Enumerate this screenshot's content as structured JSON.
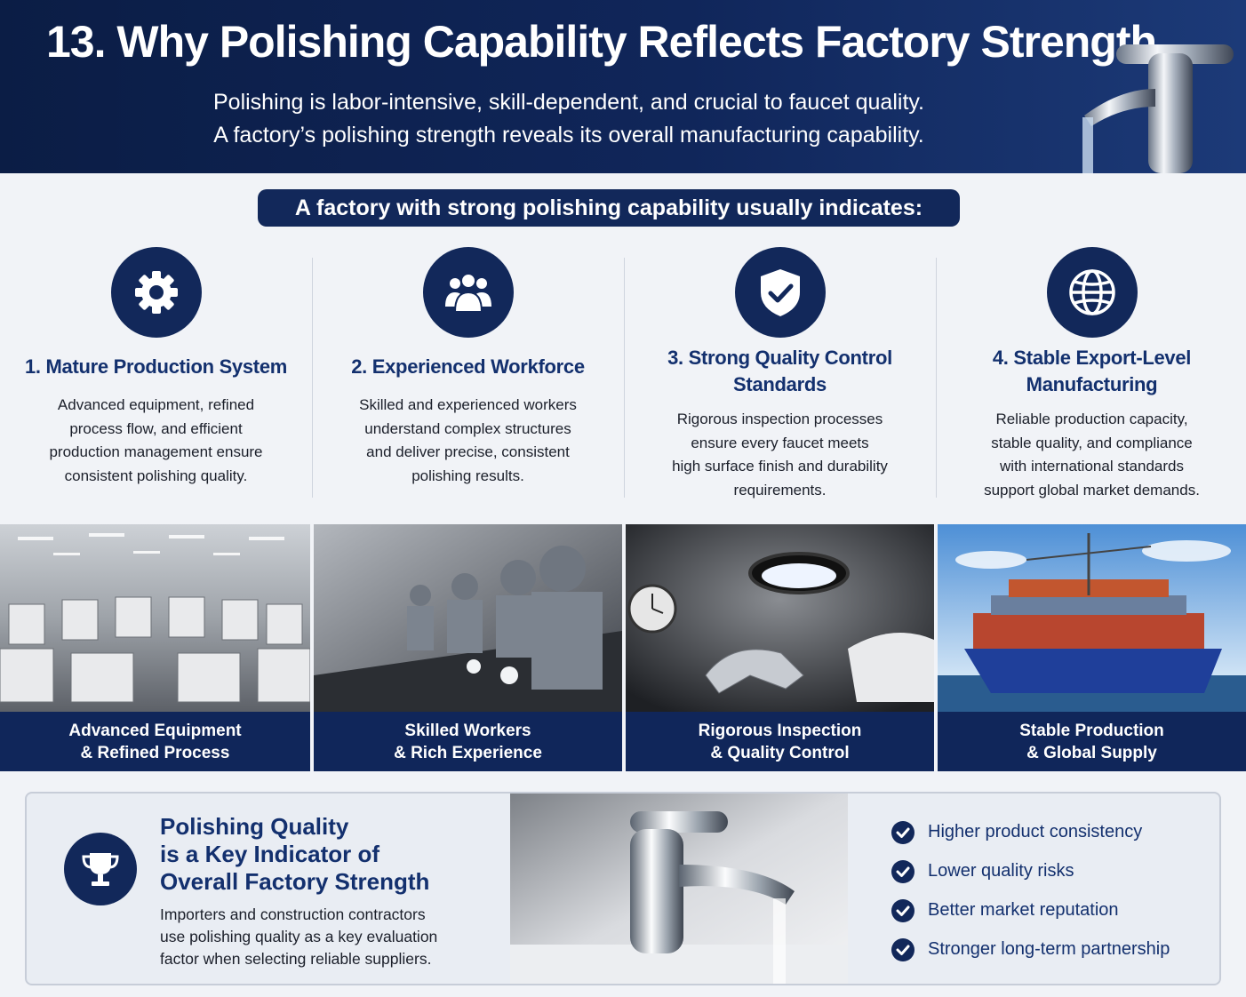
{
  "header": {
    "title": "13. Why Polishing Capability Reflects Factory Strength",
    "subtitle_line1": "Polishing is labor-intensive, skill-dependent, and crucial to faucet quality.",
    "subtitle_line2": "A factory’s polishing strength reveals its overall manufacturing capability."
  },
  "banner": {
    "text": "A factory with strong polishing capability usually indicates:"
  },
  "columns": [
    {
      "icon": "gear-icon",
      "title_lines": [
        "1. Mature Production System"
      ],
      "text_lines": [
        "Advanced equipment, refined",
        "process flow, and efficient",
        "production management ensure",
        "consistent polishing quality."
      ]
    },
    {
      "icon": "team-icon",
      "title_lines": [
        "2. Experienced Workforce"
      ],
      "text_lines": [
        "Skilled and experienced workers",
        "understand complex structures",
        "and deliver precise, consistent",
        "polishing results."
      ]
    },
    {
      "icon": "shield-check-icon",
      "title_lines": [
        "3. Strong Quality Control",
        "Standards"
      ],
      "text_lines": [
        "Rigorous inspection processes",
        "ensure every faucet meets",
        "high surface finish and durability",
        "requirements."
      ]
    },
    {
      "icon": "globe-icon",
      "title_lines": [
        "4. Stable Export-Level",
        "Manufacturing"
      ],
      "text_lines": [
        "Reliable production capacity,",
        "stable quality, and compliance",
        "with international standards",
        "support global market demands."
      ]
    }
  ],
  "photos": [
    {
      "caption_line1": "Advanced Equipment",
      "caption_line2": "& Refined Process"
    },
    {
      "caption_line1": "Skilled Workers",
      "caption_line2": "& Rich Experience"
    },
    {
      "caption_line1": "Rigorous Inspection",
      "caption_line2": "& Quality Control"
    },
    {
      "caption_line1": "Stable Production",
      "caption_line2": "& Global Supply"
    }
  ],
  "panel": {
    "icon": "trophy-icon",
    "title_line1": "Polishing Quality",
    "title_line2": "is a Key Indicator of",
    "title_line3": "Overall Factory Strength",
    "text_line1": "Importers and construction contractors",
    "text_line2": "use polishing quality as a key evaluation",
    "text_line3": "factor when selecting reliable suppliers.",
    "checks": [
      "Higher product consistency",
      "Lower quality risks",
      "Better market reputation",
      "Stronger long-term partnership"
    ]
  },
  "colors": {
    "navy": "#12285a",
    "title_blue": "#13306e",
    "background": "#f1f3f7"
  }
}
